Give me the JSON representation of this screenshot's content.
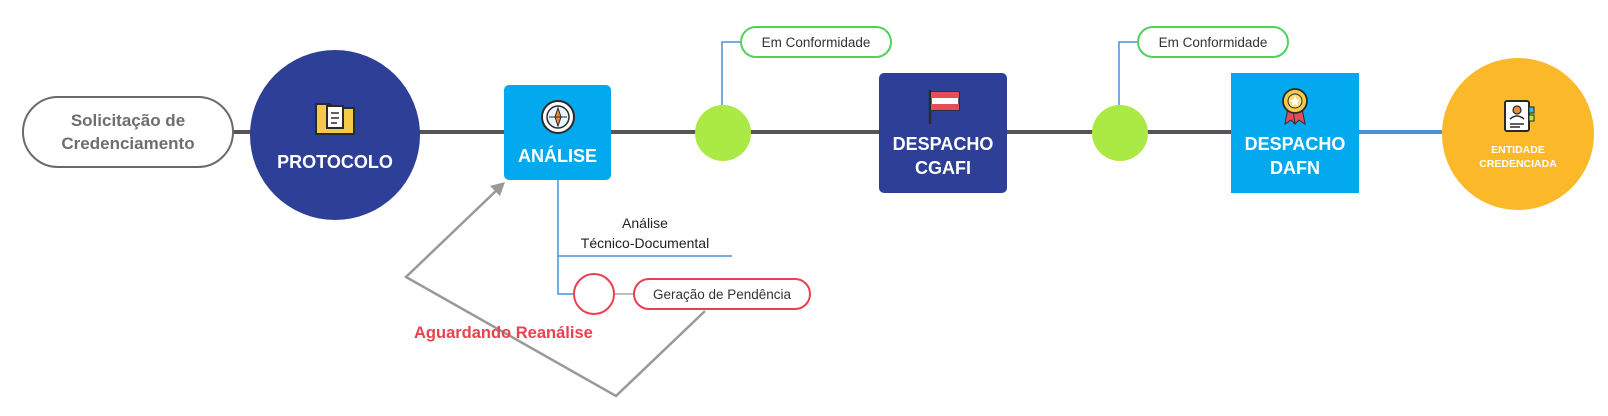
{
  "nodes": {
    "start": "Solicitação de\nCredenciamento",
    "protocolo": "PROTOCOLO",
    "analise": "ANÁLISE",
    "cgafi": "DESPACHO\nCGAFI",
    "dafn": "DESPACHO\nDAFN",
    "final": "ENTIDADE\nCREDENCIADA"
  },
  "annotations": {
    "conformidade_1": "Em Conformidade",
    "conformidade_2": "Em Conformidade",
    "analise_tecnica": "Análise\nTécnico-Documental",
    "pendencia": "Geração de Pendência",
    "aguardando": "Aguardando Reanálise"
  },
  "colors": {
    "navy": "#2e3f97",
    "cyan": "#03a9ee",
    "green": "#abe944",
    "red": "#ea4050",
    "amber": "#fbb829"
  },
  "icons": {
    "protocolo": "document-folder-icon",
    "analise": "compass-icon",
    "cgafi": "flag-icon",
    "dafn": "award-medal-icon",
    "final": "id-card-icon"
  }
}
